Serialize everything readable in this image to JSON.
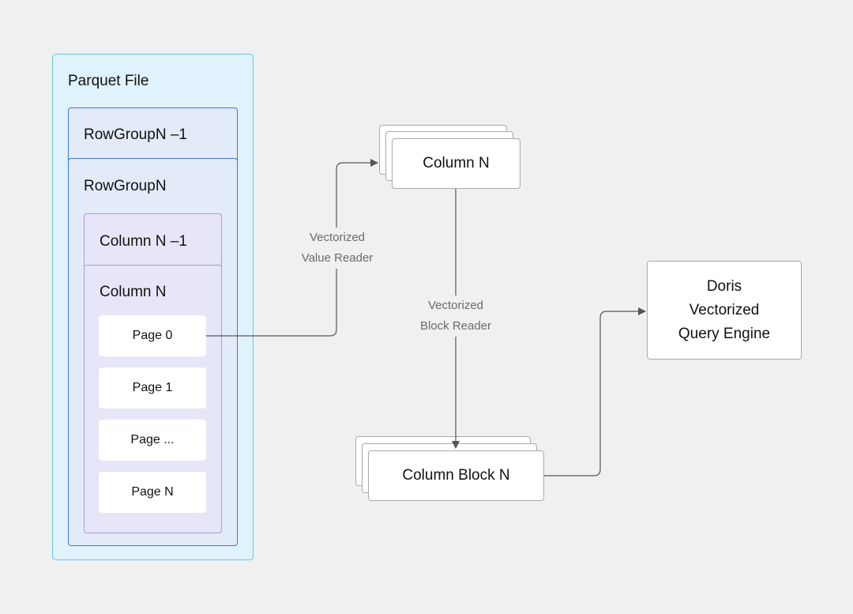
{
  "parquet_file": {
    "title": "Parquet File",
    "row_group_prev": "RowGroupN –1",
    "row_group_n": "RowGroupN",
    "column_prev": "Column N –1",
    "column_n": "Column N",
    "pages": [
      "Page 0",
      "Page 1",
      "Page ...",
      "Page N"
    ]
  },
  "column_stack": {
    "label": "Column N"
  },
  "column_block_stack": {
    "label": "Column Block N"
  },
  "engine": {
    "line1": "Doris",
    "line2": "Vectorized",
    "line3": "Query Engine"
  },
  "edges": {
    "value_reader_line1": "Vectorized",
    "value_reader_line2": "Value Reader",
    "block_reader_line1": "Vectorized",
    "block_reader_line2": "Block Reader"
  },
  "colors": {
    "background": "#f0f0f0",
    "parquet_fill": "#e0f2fb",
    "parquet_border": "#5ec8e8",
    "rowgroup_border": "#3a78d8",
    "column_border": "#a89ae0",
    "edge": "#555555"
  }
}
